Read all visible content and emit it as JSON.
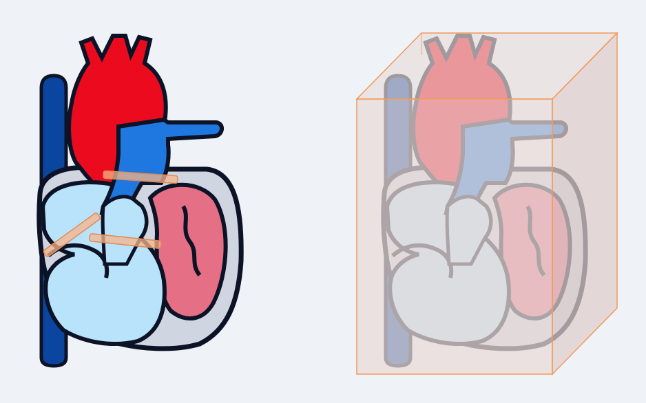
{
  "figure": {
    "background": "#eff2f7",
    "colors": {
      "outline": "#0d1326",
      "vena_cava": "#0a46a0",
      "aorta": "#ec0a1f",
      "pulmonary_artery": "#1f78e0",
      "right_chambers": "#b9e2fb",
      "left_chambers": "#e56f84",
      "myocardium_shell": "#cfd6e1",
      "slice_marker_fill": "#f7b48a",
      "slice_marker_stroke": "#e08a55",
      "bounding_box_fill": "#e6d3cd",
      "bounding_box_stroke": "#f19a5a"
    },
    "panels": [
      {
        "id": "heart-plain",
        "slice_markers": 3
      },
      {
        "id": "heart-with-bounding-box",
        "overlay": "3d-bounding-box"
      }
    ]
  }
}
